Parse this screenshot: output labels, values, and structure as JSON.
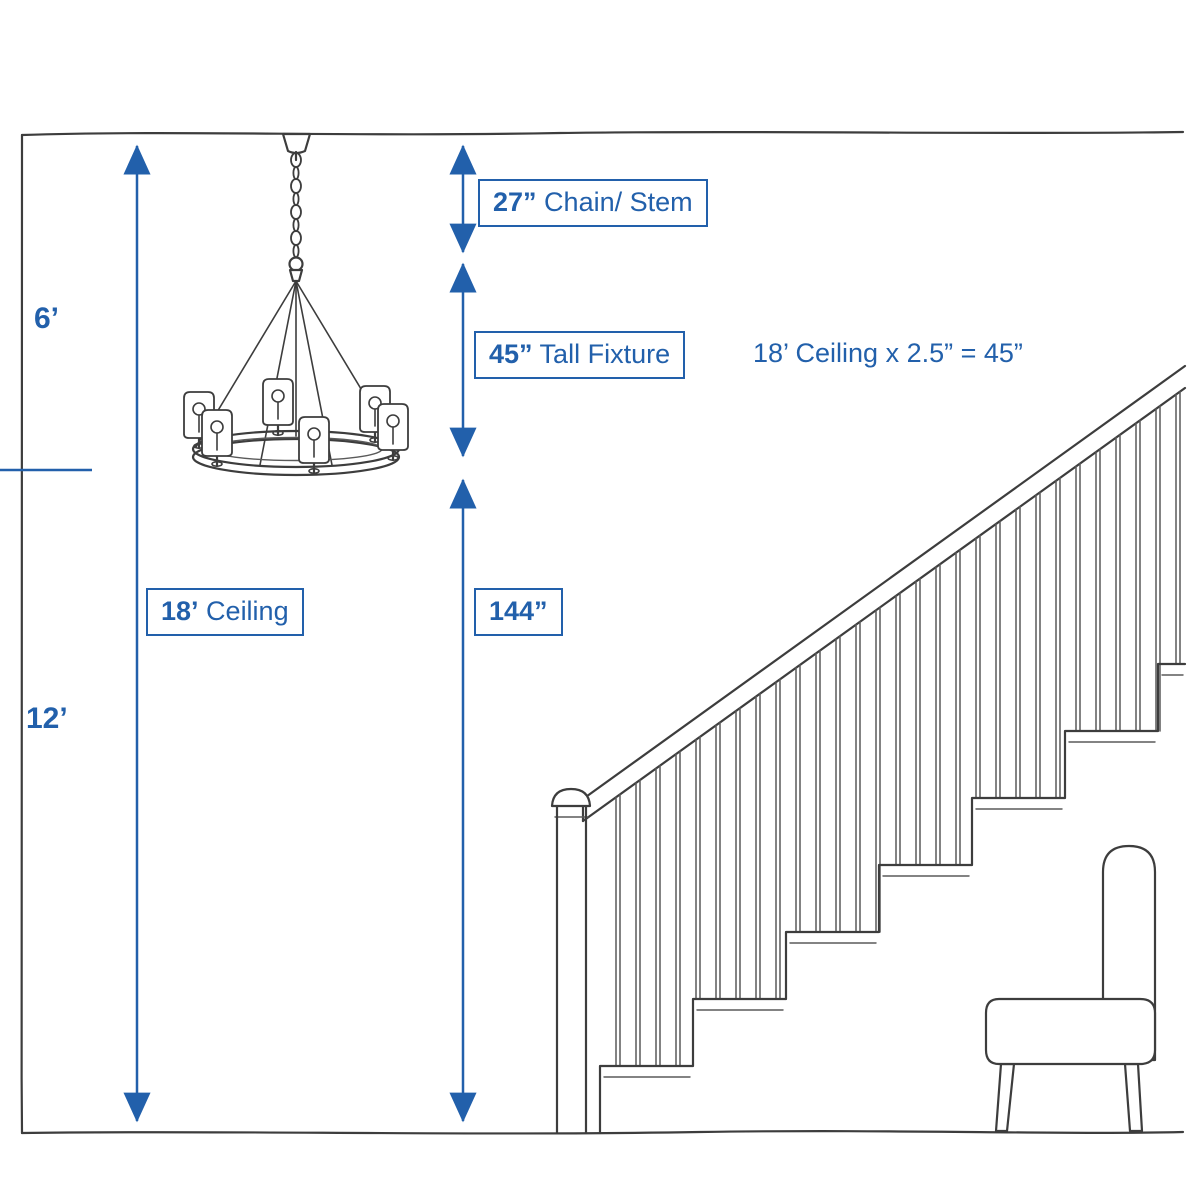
{
  "labels": {
    "six_feet": "6’",
    "twelve_feet": "12’",
    "ceiling_box": {
      "value": "18’",
      "text": " Ceiling"
    },
    "chain_box": {
      "value": "27”",
      "text": " Chain/ Stem"
    },
    "fixture_box": {
      "value": "45”",
      "text": " Tall Fixture"
    },
    "drop_box": {
      "value": "144”"
    },
    "equation": "18’ Ceiling x 2.5” = 45”"
  },
  "colors": {
    "accent": "#2260ab",
    "sketch": "#3d3d3d"
  }
}
